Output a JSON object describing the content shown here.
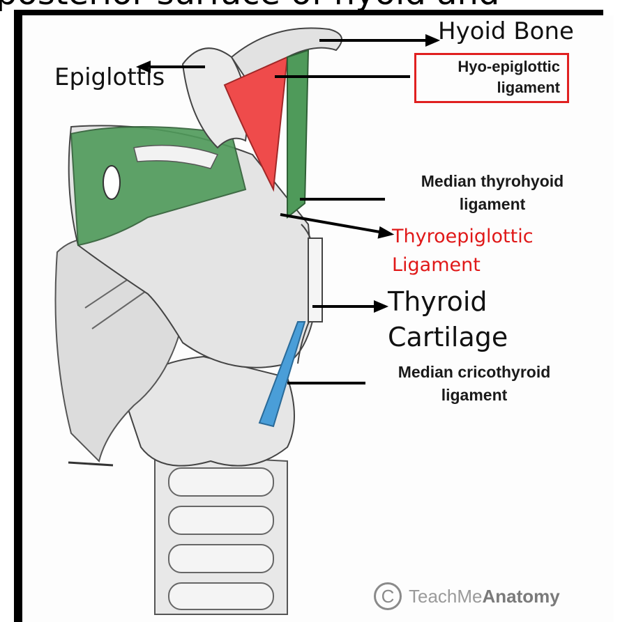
{
  "cutoff_title": "posterior surface of hyoid and",
  "labels": {
    "epiglottis": "Epiglottis",
    "hyoid_bone": "Hyoid Bone",
    "hyo_epiglottic": [
      "Hyo-epiglottic",
      "ligament"
    ],
    "median_thyrohyoid": [
      "Median thyrohyoid",
      "ligament"
    ],
    "thyroepiglottic": [
      "Thyroepiglottic",
      "Ligament"
    ],
    "thyroid_cartilage": [
      "Thyroid",
      "Cartilage"
    ],
    "median_cricothyroid": [
      "Median cricothyroid",
      "ligament"
    ]
  },
  "watermark": {
    "symbol": "C",
    "brand_light": "TeachMe",
    "brand_bold": "Anatomy"
  },
  "colors": {
    "ligament_green": "#4f9a5a",
    "ligament_red": "#ef4b4b",
    "ligament_blue": "#4a9ed8",
    "highlight_box": "#e02020",
    "red_label": "#e01818"
  }
}
